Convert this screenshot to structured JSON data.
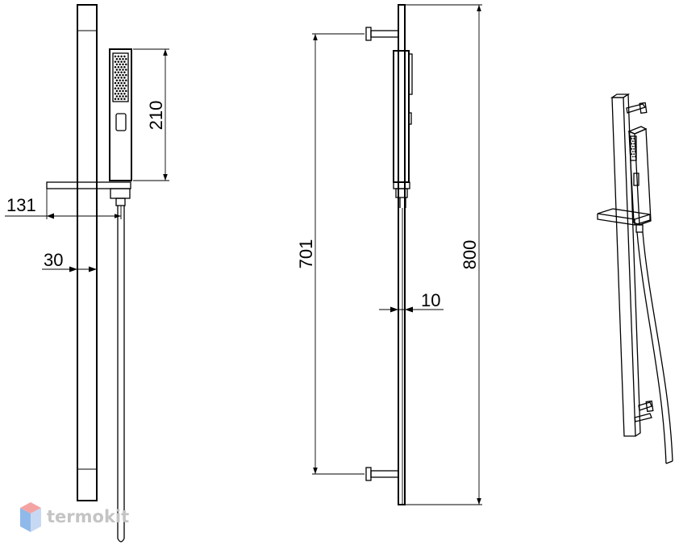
{
  "dimensions": {
    "handshower_height": "210",
    "holder_depth": "131",
    "bar_width": "30",
    "bracket_spacing": "701",
    "bar_length": "800",
    "bar_thickness": "10"
  },
  "logo": {
    "text": "termokit",
    "colors": {
      "top": "#f4a3a3",
      "left": "#8fb9ea",
      "right": "#c7d9f2"
    }
  },
  "colors": {
    "line": "#000000",
    "background": "#ffffff",
    "logo_text": "#c4c4c4"
  }
}
